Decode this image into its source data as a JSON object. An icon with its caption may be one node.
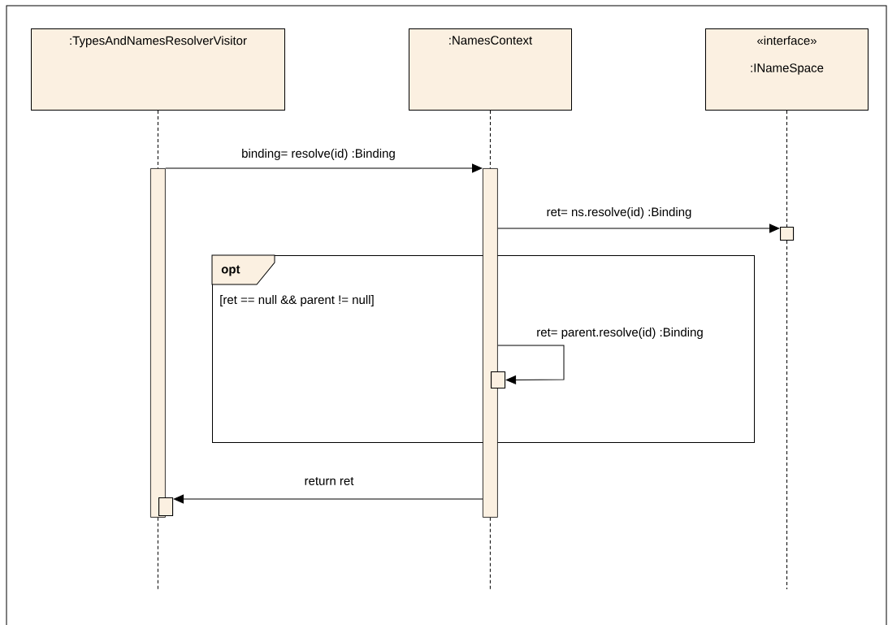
{
  "diagram": {
    "nodes": [
      {
        "text": [
          ":TypesAndNamesResolverVisitor"
        ]
      },
      {
        "text": [
          ":NamesContext"
        ]
      },
      {
        "text": [
          "«interface»",
          ":INameSpace"
        ]
      },
      {
        "text": [],
        "shape": "bar"
      },
      {
        "text": [],
        "shape": "bar"
      },
      {
        "text": [],
        "shape": "box"
      },
      {
        "text": [
          "opt",
          "[ret == null && parent != null]"
        ]
      },
      {
        "text": [],
        "shape": "box",
        "in": 6
      },
      {
        "text": [],
        "shape": "box"
      }
    ],
    "edges": [
      {
        "from": 0,
        "to": 3,
        "arrow": "none",
        "style": "dashed"
      },
      {
        "from": 1,
        "to": 4,
        "arrow": "none",
        "style": "dashed"
      },
      {
        "from": 2,
        "to": 5,
        "arrow": "none",
        "style": "dashed"
      },
      {
        "from": 3,
        "to": null,
        "arrow": "none",
        "style": "dashed"
      },
      {
        "from": 4,
        "to": null,
        "arrow": "none",
        "style": "dashed"
      },
      {
        "from": 5,
        "to": null,
        "arrow": "none",
        "style": "dashed"
      },
      {
        "from": 3,
        "to": 4,
        "arrow": "to",
        "label": "binding= resolve(id) :Binding"
      },
      {
        "from": 4,
        "to": 5,
        "arrow": "to",
        "label": "ret= ns.resolve(id) :Binding"
      },
      {
        "from": 4,
        "to": 7,
        "arrow": "to",
        "label": "ret= parent.resolve(id) :Binding"
      },
      {
        "from": 4,
        "to": 8,
        "arrow": "to",
        "label": "return ret"
      }
    ]
  }
}
